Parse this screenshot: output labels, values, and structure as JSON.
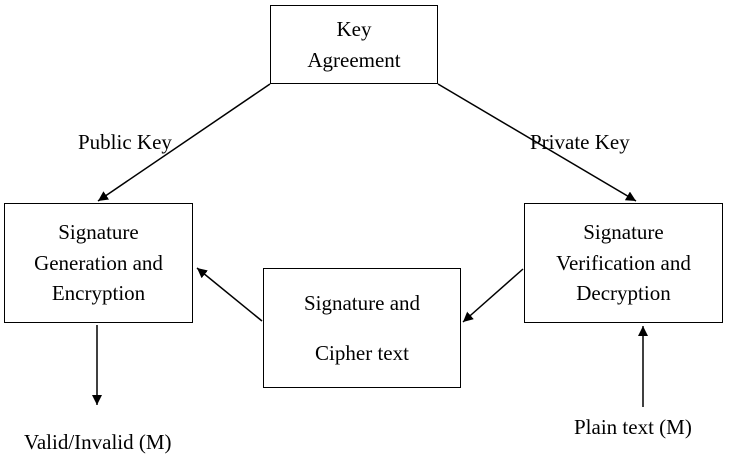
{
  "nodes": {
    "key_agreement": {
      "lines": [
        "Key",
        "Agreement"
      ]
    },
    "signature_generation": {
      "lines": [
        "Signature",
        "Generation and",
        "Encryption"
      ]
    },
    "signature_verification": {
      "lines": [
        "Signature",
        "Verification and",
        "Decryption"
      ]
    },
    "signature_cipher": {
      "lines": [
        "Signature and",
        "Cipher text"
      ]
    }
  },
  "labels": {
    "public_key": "Public Key",
    "private_key": "Private Key",
    "valid_invalid": "Valid/Invalid (M)",
    "plain_text": "Plain text (M)"
  },
  "edges": [
    {
      "from": "key_agreement",
      "to": "signature_generation",
      "label": "public_key"
    },
    {
      "from": "key_agreement",
      "to": "signature_verification",
      "label": "private_key"
    },
    {
      "from": "signature_verification",
      "to": "signature_cipher"
    },
    {
      "from": "signature_cipher",
      "to": "signature_generation"
    },
    {
      "from": "signature_generation",
      "to": "valid_invalid"
    },
    {
      "from": "plain_text",
      "to": "signature_verification"
    }
  ]
}
